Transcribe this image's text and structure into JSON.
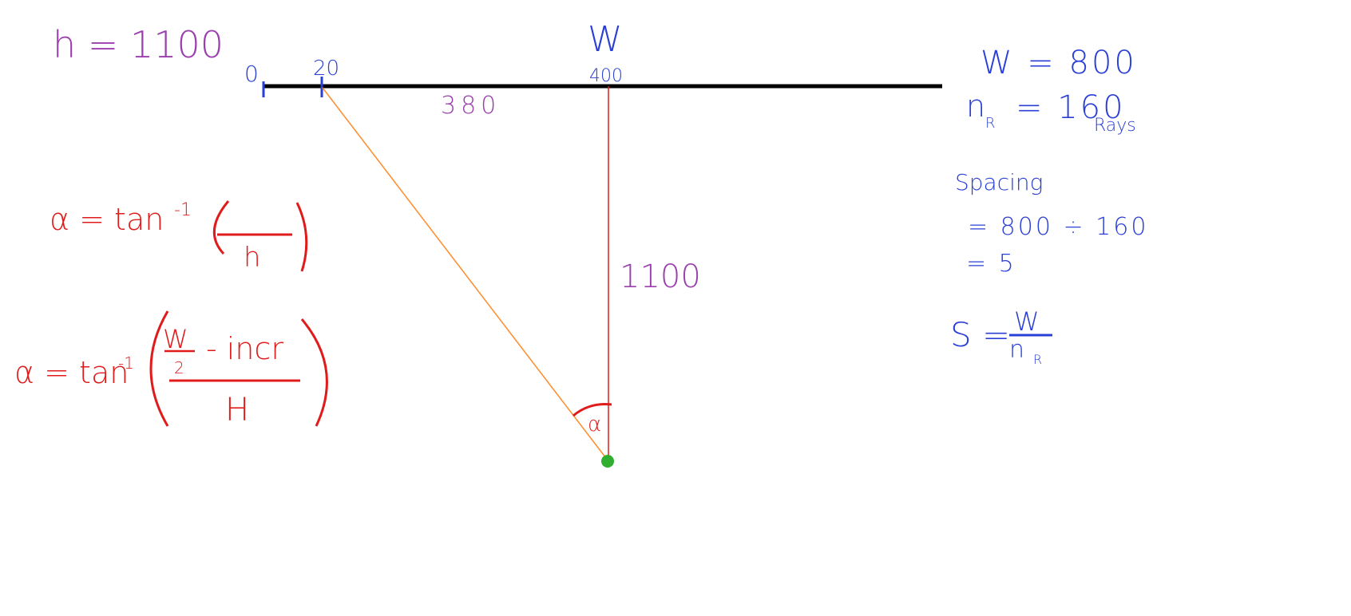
{
  "colors": {
    "ink_black": "#000000",
    "purple": "#9b3fae",
    "blue": "#2a3fd6",
    "red": "#e01b1b",
    "orange_ray": "#ff8c2a",
    "green_dot": "#2fae2f"
  },
  "top_left": {
    "h_label": "h = 1100"
  },
  "screen_axis": {
    "tick_0": "0",
    "tick_20": "20",
    "tick_400": "400",
    "w_header": "W",
    "segment_length": "380"
  },
  "center": {
    "height_label": "1100",
    "angle_label": "α"
  },
  "formula1": {
    "lhs": "α = tan",
    "exp": "-1",
    "denominator": "h"
  },
  "formula2": {
    "lhs": "α = tan",
    "exp": "-1",
    "frac_w": "W",
    "frac_2": "2",
    "minus_incr": "- incr",
    "denominator": "H"
  },
  "right_notes": {
    "w_value": "W = 800",
    "nr_label": "n",
    "nr_sub": "R",
    "nr_value": "= 160",
    "rays": "Rays",
    "spacing_label": "Spacing",
    "spacing_calc": "= 800 ÷ 160",
    "spacing_result": "= 5",
    "s_formula_lhs": "S =",
    "s_formula_num": "W",
    "s_formula_den": "n",
    "s_formula_den_sub": "R"
  }
}
